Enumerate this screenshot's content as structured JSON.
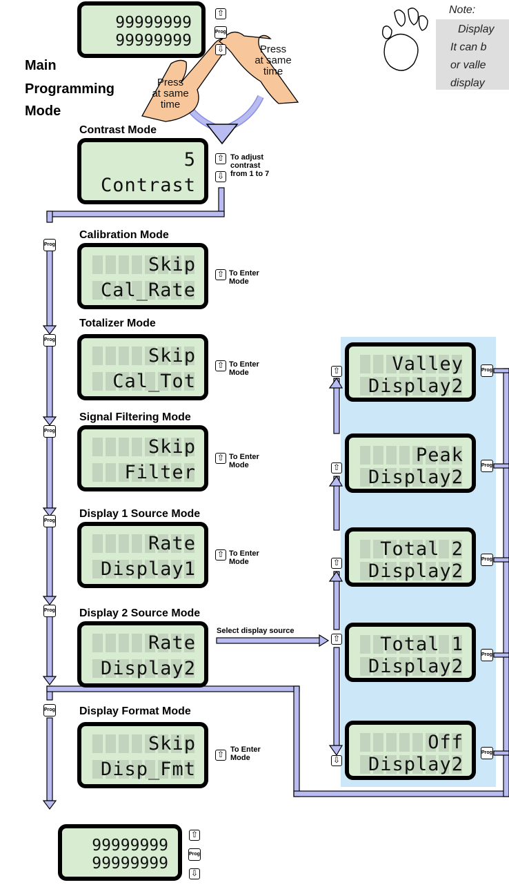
{
  "mode_title": [
    "Main",
    "Programming",
    "Mode"
  ],
  "top_display": {
    "line1": "99999999",
    "line2": "99999999"
  },
  "press_left": [
    "Press",
    "at same",
    "time"
  ],
  "press_right": [
    "Press",
    "at same",
    "time"
  ],
  "note": {
    "title": "Note:",
    "lines": [
      "Display",
      "It can b",
      "or valle",
      "display"
    ]
  },
  "contrast": {
    "title": "Contrast Mode",
    "line1": "5",
    "line2": "Contrast",
    "hint": "To adjust\ncontrast\nfrom 1 to 7"
  },
  "calibration": {
    "title": "Calibration Mode",
    "line1": "Skip",
    "line2": "Cal_Rate",
    "hint": "To Enter\nMode"
  },
  "totalizer": {
    "title": "Totalizer Mode",
    "line1": "Skip",
    "line2": "Cal_Tot",
    "hint": "To Enter\nMode"
  },
  "filtering": {
    "title": "Signal Filtering Mode",
    "line1": "Skip",
    "line2": "Filter",
    "hint": "To Enter\nMode"
  },
  "display1": {
    "title": "Display 1 Source Mode",
    "line1": "Rate",
    "line2": "Display1",
    "hint": "To Enter\nMode"
  },
  "display2": {
    "title": "Display 2 Source Mode",
    "line1": "Rate",
    "line2": "Display2",
    "select_label": "Select display source"
  },
  "format": {
    "title": "Display Format Mode",
    "line1": "Skip",
    "line2": "Disp_Fmt",
    "hint": "To Enter\nMode"
  },
  "bottom_display": {
    "line1": "99999999",
    "line2": "99999999"
  },
  "options": [
    {
      "line1": "Valley",
      "line2": "Display2"
    },
    {
      "line1": "Peak",
      "line2": "Display2"
    },
    {
      "line1": "Total 2",
      "line2": "Display2"
    },
    {
      "line1": "Total 1",
      "line2": "Display2"
    },
    {
      "line1": "Off",
      "line2": "Display2"
    }
  ],
  "key_labels": {
    "prog": "Prog",
    "up": "⇧",
    "down": "⇩"
  },
  "colors": {
    "flow_line": "#b8bcf0",
    "option_panel": "#cce8f8",
    "lcd_bg": "#d8ecd2",
    "note_bg": "#dedede"
  }
}
